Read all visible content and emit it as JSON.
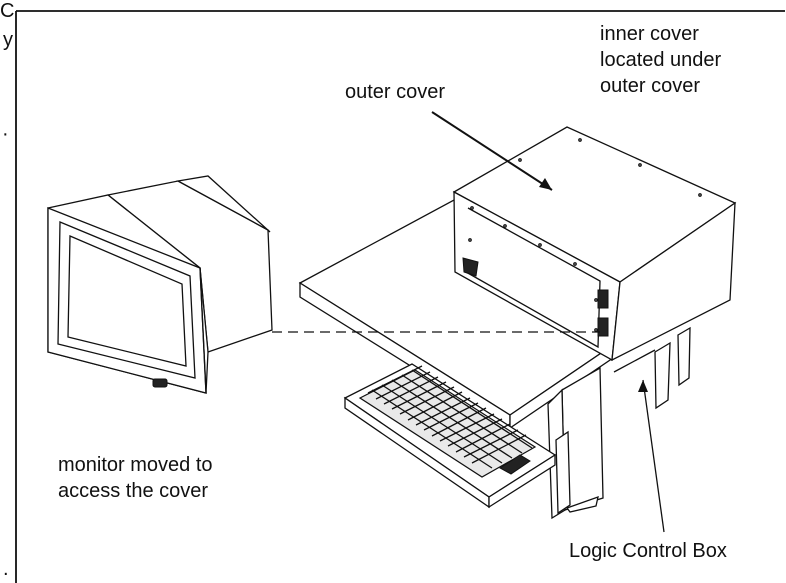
{
  "edge_glyphs": {
    "top": "C",
    "second": "y",
    "middle": "·",
    "bottom": "."
  },
  "labels": {
    "outer_cover": "outer cover",
    "inner_cover_lines": [
      "inner cover",
      "located under",
      "outer cover"
    ],
    "monitor_lines": [
      "monitor moved to",
      "access the cover"
    ],
    "logic_control_box": "Logic Control Box"
  },
  "colors": {
    "ink": "#111111",
    "background": "#ffffff"
  }
}
